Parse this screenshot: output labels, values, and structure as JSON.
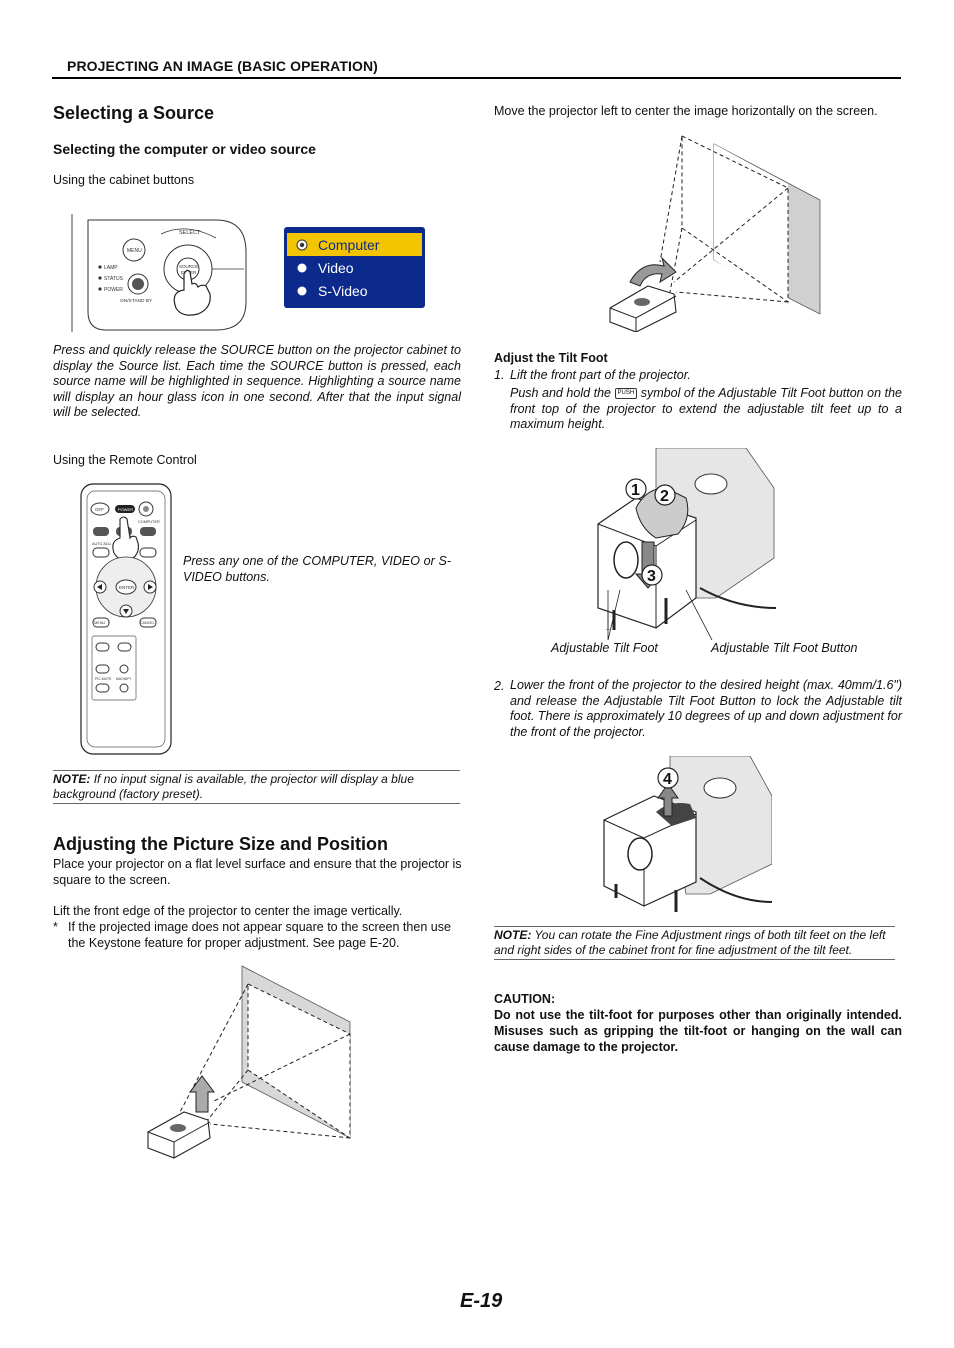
{
  "header": {
    "section": "PROJECTING AN IMAGE (BASIC OPERATION)"
  },
  "left": {
    "title_select": "Selecting a Source",
    "subtitle_select": "Selecting the computer or video source",
    "cabinet_label": "Using the cabinet buttons",
    "cabinet_panel": {
      "select": "SELECT",
      "menu": "MENU",
      "lamp": "LAMP",
      "status": "STATUS",
      "power": "POWER",
      "source": "SOURCE",
      "enter": "ENTER",
      "on_standby": "ON/STAND BY"
    },
    "source_menu": [
      "Computer",
      "Video",
      "S-Video"
    ],
    "cabinet_text": "Press and quickly release the SOURCE button on the projector cabinet to display the Source list. Each time the SOURCE button is pressed, each source name will be highlighted in sequence. Highlighting a source name will display an hour glass icon in one second. After that the input signal will be selected.",
    "remote_label": "Using the Remote Control",
    "remote_buttons": {
      "off": "OFF",
      "power": "POWER",
      "computer": "COMPUTER",
      "auto_adj": "AUTO ADJ.",
      "enter": "ENTER",
      "menu": "MENU",
      "cancel": "CANCEL",
      "pic_mute": "PIC-MUTE",
      "magnify": "MAGNIFY"
    },
    "remote_text": "Press any one of the COMPUTER, VIDEO or S-VIDEO buttons.",
    "note_label": "NOTE:",
    "note_text": "If no input signal is available, the projector will display a blue background (factory preset).",
    "title_adjust": "Adjusting the Picture Size and Position",
    "adjust_p1": "Place your projector on a flat level surface and ensure that the projector is square to the screen.",
    "adjust_p2": "Lift the front edge of the projector to center the image vertically.",
    "adjust_bullet_mark": "*",
    "adjust_bullet": "If the projected image does not appear square to the screen then use the Keystone feature for proper adjustment. See page E-20."
  },
  "right": {
    "move_text": "Move the projector left to center the image horizontally on the screen.",
    "tilt_title": "Adjust the Tilt Foot",
    "step1_num": "1.",
    "step1": "Lift the front part of the projector.",
    "push_before": "Push and hold the",
    "push_symbol": "PUSH",
    "push_after": "symbol of the Adjustable Tilt Foot button on the front top of the projector to extend the adjustable tilt feet up to a maximum height.",
    "callouts": [
      "1",
      "2",
      "3"
    ],
    "label_foot": "Adjustable Tilt Foot",
    "label_button": "Adjustable Tilt Foot Button",
    "step2_num": "2.",
    "step2": "Lower the front of the projector to the desired height (max. 40mm/1.6\") and release the Adjustable Tilt Foot Button to lock the Adjustable tilt foot. There is approximately 10 degrees of up and down adjustment for the front of the projector.",
    "callout4": "4",
    "note_label": "NOTE:",
    "note_text": "You can rotate the Fine Adjustment rings of both tilt feet on the left and right sides of the cabinet front for fine adjustment of the tilt feet.",
    "caution_title": "CAUTION:",
    "caution_text": "Do not use the tilt-foot for purposes other than originally intended. Misuses such as gripping the tilt-foot or hanging on the wall can cause damage to the projector."
  },
  "page_number": "E-19",
  "colors": {
    "menu_bg": "#0b2a8c",
    "menu_highlight": "#f2c500",
    "text": "#111111"
  }
}
